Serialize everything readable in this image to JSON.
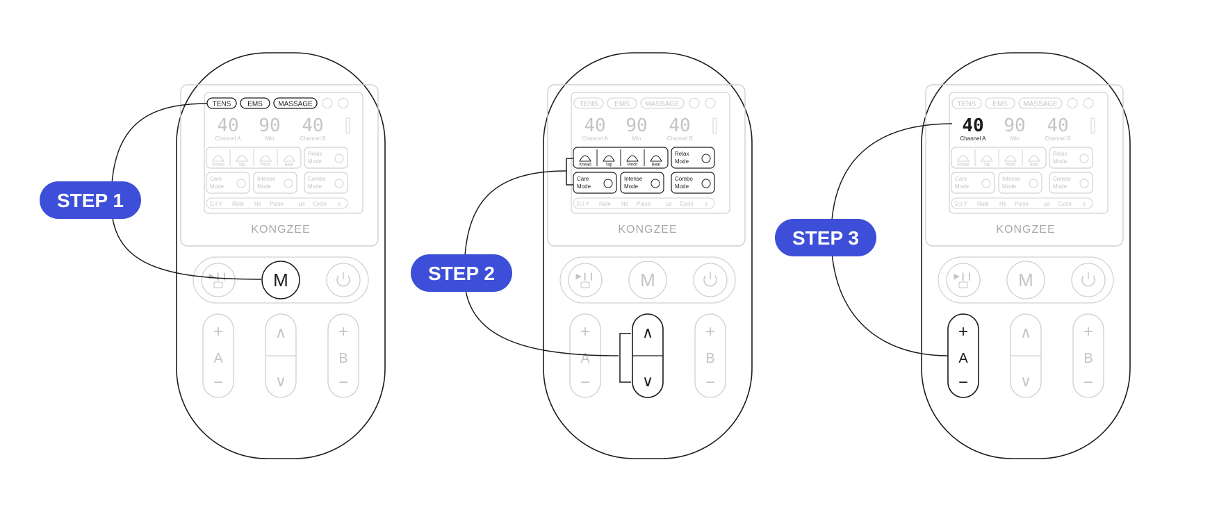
{
  "colors": {
    "accent": "#3d4fd8",
    "active_stroke": "#1c1c1c",
    "faded_stroke": "#d0d0d0",
    "faded_text": "#c4c4c4",
    "badge_text": "#ffffff"
  },
  "brand": "KONGZEE",
  "modes": {
    "tens": "TENS",
    "ems": "EMS",
    "massage": "MASSAGE"
  },
  "display": {
    "channel_a_value": "40",
    "min_value": "90",
    "channel_b_value": "40",
    "channel_a_label": "Channel A",
    "min_label": "Min",
    "channel_b_label": "Channel B"
  },
  "programs": {
    "knead": "Knead",
    "tap": "Tap",
    "pinch": "Pinch",
    "beat": "Beat",
    "relax": "Relax",
    "care": "Care",
    "intense": "Intense",
    "combo": "Combo",
    "mode_word": "Mode"
  },
  "diy": {
    "label": "D.I.Y",
    "rate": "Rate",
    "hz": "Hz",
    "pulse": "Pulse",
    "us": "μs",
    "cycle": "Cycle",
    "s": "s"
  },
  "buttons": {
    "play_pause_icon": "play-pause-lock-icon",
    "mode_label": "M",
    "power_icon": "power-icon",
    "plus": "+",
    "minus": "−",
    "up": "∧",
    "down": "∨",
    "channel_a": "A",
    "channel_b": "B"
  },
  "steps": [
    {
      "label": "STEP 1"
    },
    {
      "label": "STEP 2"
    },
    {
      "label": "STEP 3"
    }
  ]
}
